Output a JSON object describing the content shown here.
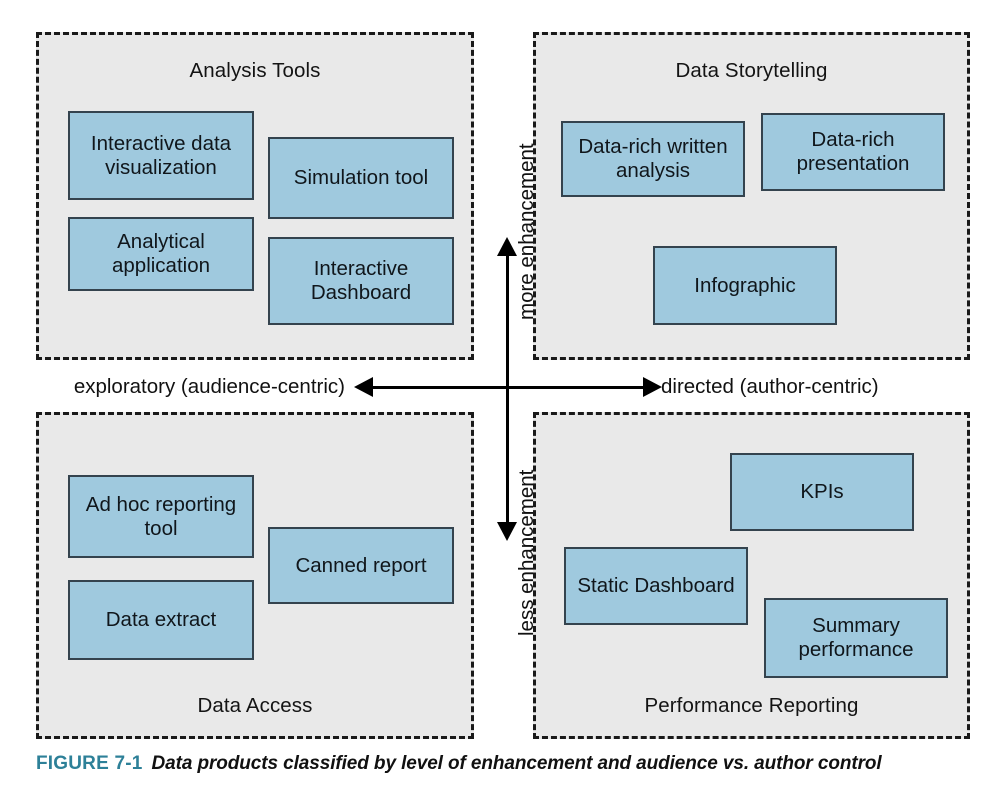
{
  "figure": {
    "caption_label": "FIGURE 7-1",
    "caption_text": "Data products classified by level of enhancement and audience vs. author control",
    "caption_label_color": "#2d8098",
    "panel_fill": "#e9e9e9",
    "box_fill": "#9fc9de",
    "box_border": "#34434e"
  },
  "axes": {
    "vertical_up_label": "more enhancement",
    "vertical_down_label": "less enhancement",
    "horizontal_left_label": "exploratory (audience-centric)",
    "horizontal_right_label": "directed (author-centric)"
  },
  "quadrants": [
    {
      "id": "top-left",
      "title": "Analysis Tools",
      "title_position": "top",
      "boxes": [
        {
          "label": "Interactive data visualization"
        },
        {
          "label": "Simulation tool"
        },
        {
          "label": "Analytical application"
        },
        {
          "label": "Interactive Dashboard"
        }
      ]
    },
    {
      "id": "top-right",
      "title": "Data Storytelling",
      "title_position": "top",
      "boxes": [
        {
          "label": "Data-rich written analysis"
        },
        {
          "label": "Data-rich presentation"
        },
        {
          "label": "Infographic"
        }
      ]
    },
    {
      "id": "bottom-left",
      "title": "Data Access",
      "title_position": "bottom",
      "boxes": [
        {
          "label": "Ad hoc reporting tool"
        },
        {
          "label": "Canned report"
        },
        {
          "label": "Data extract"
        }
      ]
    },
    {
      "id": "bottom-right",
      "title": "Performance Reporting",
      "title_position": "bottom",
      "boxes": [
        {
          "label": "KPIs"
        },
        {
          "label": "Static Dashboard"
        },
        {
          "label": "Summary performance"
        }
      ]
    }
  ]
}
